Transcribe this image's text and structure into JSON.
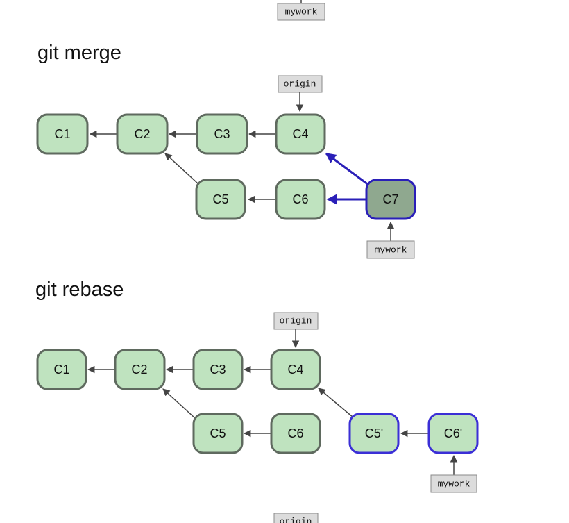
{
  "sections": {
    "merge_title": "git merge",
    "rebase_title": "git rebase"
  },
  "refs": {
    "top_mywork": "mywork",
    "merge_origin": "origin",
    "merge_mywork": "mywork",
    "rebase_origin": "origin",
    "rebase_mywork": "mywork",
    "bottom_origin": "origin"
  },
  "merge": {
    "commits": {
      "c1": "C1",
      "c2": "C2",
      "c3": "C3",
      "c4": "C4",
      "c5": "C5",
      "c6": "C6",
      "c7": "C7"
    }
  },
  "rebase": {
    "commits": {
      "c1": "C1",
      "c2": "C2",
      "c3": "C3",
      "c4": "C4",
      "c5": "C5",
      "c6": "C6",
      "c5p": "C5'",
      "c6p": "C6'"
    }
  },
  "colors": {
    "commit_fill": "#bfe3bf",
    "commit_stroke": "#5f6a5f",
    "merge_commit_fill": "#8fa88f",
    "highlight_stroke": "#2a1fb8",
    "ref_fill": "#dcdcdc",
    "ref_stroke": "#8a8a8a",
    "arrow": "#444444"
  }
}
